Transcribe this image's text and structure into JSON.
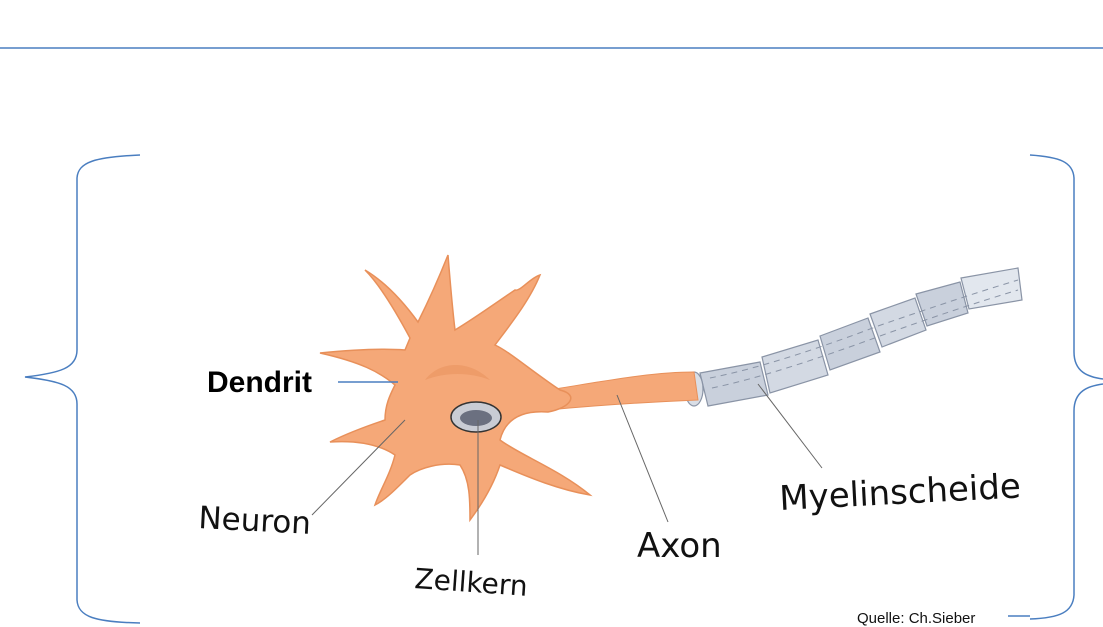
{
  "labels": {
    "dendrit": "Dendrit",
    "neuron": "Neuron",
    "zellkern": "Zellkern",
    "axon": "Axon",
    "myelinscheide": "Myelinscheide"
  },
  "source": "Quelle: Ch.Sieber",
  "colors": {
    "frame_line": "#4a7ec0",
    "cell_body": "#f5a878",
    "cell_body_dark": "#e8905a",
    "nucleus": "#6b7080",
    "myelin": "#c9d0dc",
    "myelin_light": "#e2e7ee"
  }
}
